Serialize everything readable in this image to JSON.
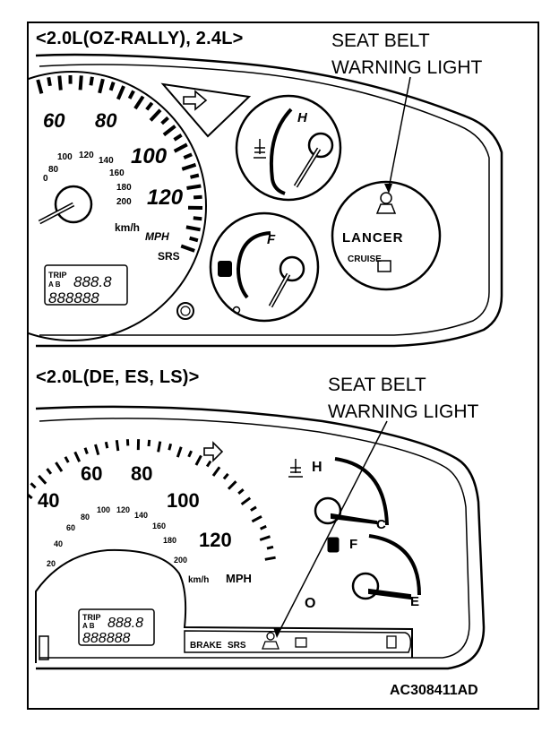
{
  "figure": {
    "top_panel": {
      "heading": "<2.0L(OZ-RALLY), 2.4L>",
      "callout_line1": "SEAT BELT",
      "callout_line2": "WARNING LIGHT",
      "speed_kmh_labels": [
        "60",
        "80",
        "100",
        "120"
      ],
      "speed_mph_labels": [
        "0",
        "80",
        "100",
        "120",
        "140",
        "160",
        "180",
        "200"
      ],
      "unit_kmh": "km/h",
      "unit_mph": "MPH",
      "srs": "SRS",
      "trip": "TRIP",
      "ab": "A B",
      "odo_top": "888.8",
      "odo_bottom": "888888",
      "temp_h": "H",
      "fuel_f": "F",
      "brand": "LANCER",
      "cruise": "CRUISE"
    },
    "bottom_panel": {
      "heading": "<2.0L(DE, ES, LS)>",
      "callout_line1": "SEAT BELT",
      "callout_line2": "WARNING LIGHT",
      "speed_big_labels": [
        "40",
        "60",
        "80",
        "100",
        "120"
      ],
      "speed_small_labels": [
        "20",
        "40",
        "60",
        "80",
        "100",
        "120",
        "140",
        "160",
        "180",
        "200"
      ],
      "unit_kmh": "km/h",
      "unit_mph": "MPH",
      "trip": "TRIP",
      "ab": "A B",
      "odo_top": "888.8",
      "odo_bottom": "888888",
      "brake": "BRAKE",
      "srs": "SRS",
      "temp_h": "H",
      "temp_c": "C",
      "fuel_f": "F",
      "fuel_e": "E",
      "o_mark": "O"
    },
    "figure_code": "AC308411AD"
  }
}
